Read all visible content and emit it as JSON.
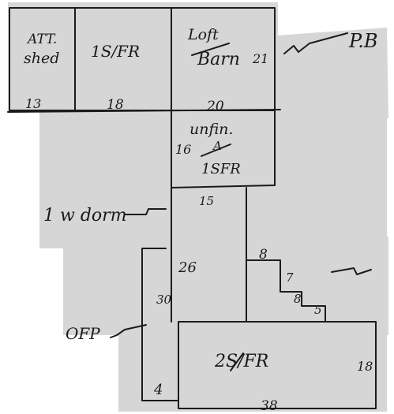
{
  "colors": {
    "paper_gray": "#d6d6d6",
    "paper_white": "#ffffff",
    "ink": "#1b1b1b"
  },
  "labels": {
    "att_shed_line1": "ATT.",
    "att_shed_line2": "shed",
    "att_shed_dim": "13",
    "fr_top": "1S/FR",
    "fr_top_dim": "18",
    "loft": "Loft",
    "barn": "Barn",
    "barn_dim_right": "21",
    "barn_dim_bottom": "20",
    "pb": "P.B",
    "unfin": "unfin.",
    "unfin_a": "A",
    "unfin_fr": "1SFR",
    "unfin_dim_left": "16",
    "dim_15": "15",
    "lw_dorm": "1 w dorm",
    "dim_26": "26",
    "dim_30": "30",
    "ofp": "OFP",
    "dim_4": "4",
    "step_8_top": "8",
    "step_7": "7",
    "step_8_mid": "8",
    "step_5": "5",
    "fr_bottom": "2S/FR",
    "fr_bottom_dim_right": "18",
    "fr_bottom_dim_bottom": "38"
  }
}
